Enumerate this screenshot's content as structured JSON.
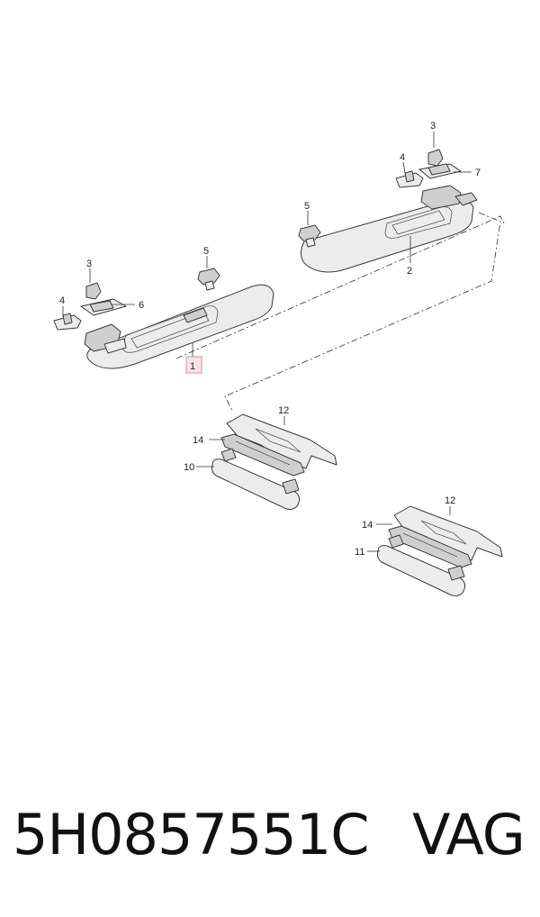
{
  "callouts": {
    "left_visor": "1",
    "right_visor": "2",
    "left_clip_3": "3",
    "left_clip_4": "4",
    "left_screw_5": "5",
    "left_bracket_6": "6",
    "right_clip_3": "3",
    "right_clip_4": "4",
    "right_screw_5": "5",
    "right_bracket_7": "7",
    "handle_a_12": "12",
    "handle_a_14": "14",
    "handle_a_10": "10",
    "handle_b_12": "12",
    "handle_b_14": "14",
    "handle_b_11": "11"
  },
  "footer": {
    "part_number": "5H0857551C",
    "brand": "VAG"
  }
}
